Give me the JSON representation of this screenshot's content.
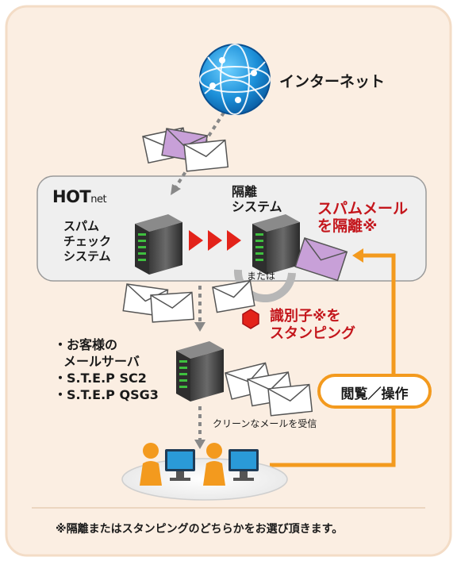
{
  "logo": {
    "text": "HOT",
    "sub": "net"
  },
  "internet": {
    "label": "インターネット"
  },
  "spam_check": {
    "lines": [
      "スパム",
      "チェック",
      "システム"
    ]
  },
  "quarantine": {
    "lines": [
      "隔離",
      "システム"
    ]
  },
  "spam_quarantine": {
    "lines": [
      "スパムメール",
      "を隔離※"
    ]
  },
  "or_label": "または",
  "stamping": {
    "lines": [
      "識別子※を",
      "スタンピング"
    ]
  },
  "customer": {
    "lines": [
      "・お客様の",
      "メールサーバ",
      "・S.T.E.P SC2",
      "・S.T.E.P QSG3"
    ]
  },
  "clean_mail": "クリーンなメールを受信",
  "browse": "閲覧／操作",
  "footnote": "※隔離またはスタンピングのどちらかをお選び頂きます。",
  "colors": {
    "accent_red": "#c4161c",
    "orange": "#f39a1e",
    "outer_bg": "#fbeee2",
    "system_bg": "#efefef"
  }
}
